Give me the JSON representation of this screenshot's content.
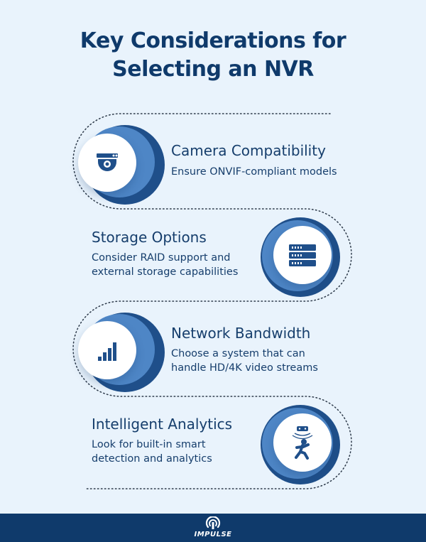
{
  "title": {
    "line1": "Key Considerations for",
    "line2": "Selecting an NVR"
  },
  "items": [
    {
      "heading": "Camera Compatibility",
      "desc_lines": [
        "Ensure ONVIF-compliant models"
      ],
      "icon": "dome-camera-icon"
    },
    {
      "heading": "Storage Options",
      "desc_lines": [
        "Consider RAID support and",
        "external storage capabilities"
      ],
      "icon": "storage-server-icon"
    },
    {
      "heading": "Network Bandwidth",
      "desc_lines": [
        "Choose a system that can",
        "handle HD/4K video streams"
      ],
      "icon": "signal-bars-icon"
    },
    {
      "heading": "Intelligent Analytics",
      "desc_lines": [
        "Look for built-in smart",
        "detection and analytics"
      ],
      "icon": "motion-detection-icon"
    }
  ],
  "footer": {
    "logo_text": "IMPULSE"
  },
  "colors": {
    "background": "#e9f3fc",
    "navy": "#0f3a6b",
    "accent": "#4e86c6",
    "text": "#163e6c"
  }
}
